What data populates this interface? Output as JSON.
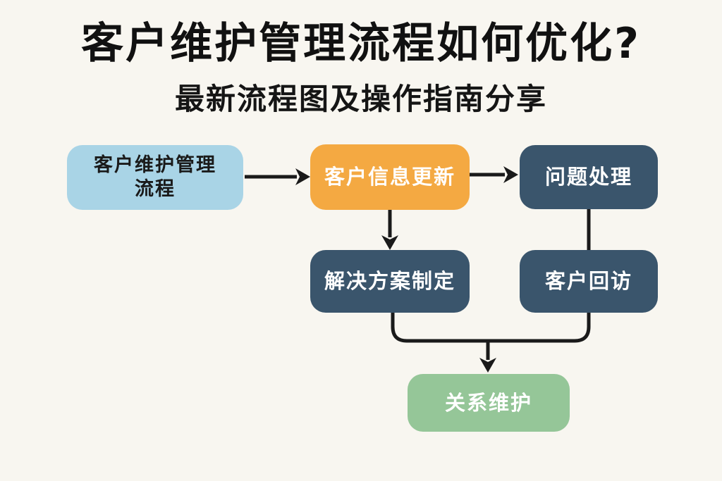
{
  "background_color": "#F8F6F0",
  "title": {
    "text": "客户维护管理流程如何优化?",
    "color": "#111111"
  },
  "subtitle": {
    "text": "最新流程图及操作指南分享",
    "color": "#151515"
  },
  "flowchart": {
    "arrow_color": "#1A1A1A",
    "nodes": [
      {
        "id": "process-start",
        "label": "客户维护管理\n流程",
        "bg": "#A9D4E6",
        "text_color": "#1A1A1A"
      },
      {
        "id": "customer-info-update",
        "label": "客户信息更新",
        "bg": "#F4A942",
        "text_color": "#FFFFFF"
      },
      {
        "id": "problem-handling",
        "label": "问题处理",
        "bg": "#3A556C",
        "text_color": "#FFFFFF"
      },
      {
        "id": "solution-formulation",
        "label": "解决方案制定",
        "bg": "#3A556C",
        "text_color": "#FFFFFF"
      },
      {
        "id": "customer-revisit",
        "label": "客户回访",
        "bg": "#3A556C",
        "text_color": "#FFFFFF"
      },
      {
        "id": "relationship-maintenance",
        "label": "关系维护",
        "bg": "#95C698",
        "text_color": "#FFFFFF"
      }
    ],
    "edges": [
      {
        "from": "process-start",
        "to": "customer-info-update",
        "style": "arrow"
      },
      {
        "from": "customer-info-update",
        "to": "problem-handling",
        "style": "arrow"
      },
      {
        "from": "customer-info-update",
        "to": "solution-formulation",
        "style": "arrow"
      },
      {
        "from": "problem-handling",
        "to": "customer-revisit",
        "style": "line"
      },
      {
        "from": "solution-formulation",
        "to": "relationship-maintenance",
        "style": "merge-arrow"
      },
      {
        "from": "customer-revisit",
        "to": "relationship-maintenance",
        "style": "merge-arrow"
      }
    ]
  }
}
